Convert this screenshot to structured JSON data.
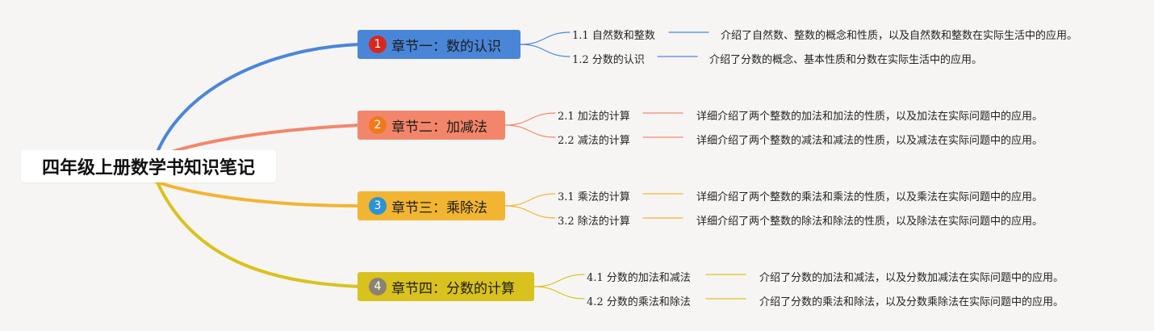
{
  "title": "四年级上册数学书知识笔记",
  "chapters": [
    {
      "number": "1",
      "label": "章节一：数的认识",
      "color": "#4a86d8",
      "badge_color": "#d8281e",
      "items": [
        {
          "title": "1.1 自然数和整数",
          "description": "介绍了自然数、整数的概念和性质，以及自然数和整数在实际生活中的应用。"
        },
        {
          "title": "1.2 分数的认识",
          "description": "介绍了分数的概念、基本性质和分数在实际生活中的应用。"
        }
      ]
    },
    {
      "number": "2",
      "label": "章节二：加减法",
      "color": "#f3866a",
      "badge_color": "#f07a1a",
      "items": [
        {
          "title": "2.1 加法的计算",
          "description": "详细介绍了两个整数的加法和加法的性质，以及加法在实际问题中的应用。"
        },
        {
          "title": "2.2 减法的计算",
          "description": "详细介绍了两个整数的减法和减法的性质，以及减法在实际问题中的应用。"
        }
      ]
    },
    {
      "number": "3",
      "label": "章节三：乘除法",
      "color": "#f2b531",
      "badge_color": "#2b93d6",
      "items": [
        {
          "title": "3.1 乘法的计算",
          "description": "详细介绍了两个整数的乘法和乘法的性质，以及乘法在实际问题中的应用。"
        },
        {
          "title": "3.2 除法的计算",
          "description": "详细介绍了两个整数的除法和除法的性质，以及除法在实际问题中的应用。"
        }
      ]
    },
    {
      "number": "4",
      "label": "章节四：分数的计算",
      "color": "#d9c21e",
      "badge_color": "#8c8272",
      "items": [
        {
          "title": "4.1 分数的加法和减法",
          "description": "介绍了分数的加法和减法，以及分数加减法在实际问题中的应用。"
        },
        {
          "title": "4.2 分数的乘法和除法",
          "description": "介绍了分数的乘法和除法，以及分数乘除法在实际问题中的应用。"
        }
      ]
    }
  ]
}
